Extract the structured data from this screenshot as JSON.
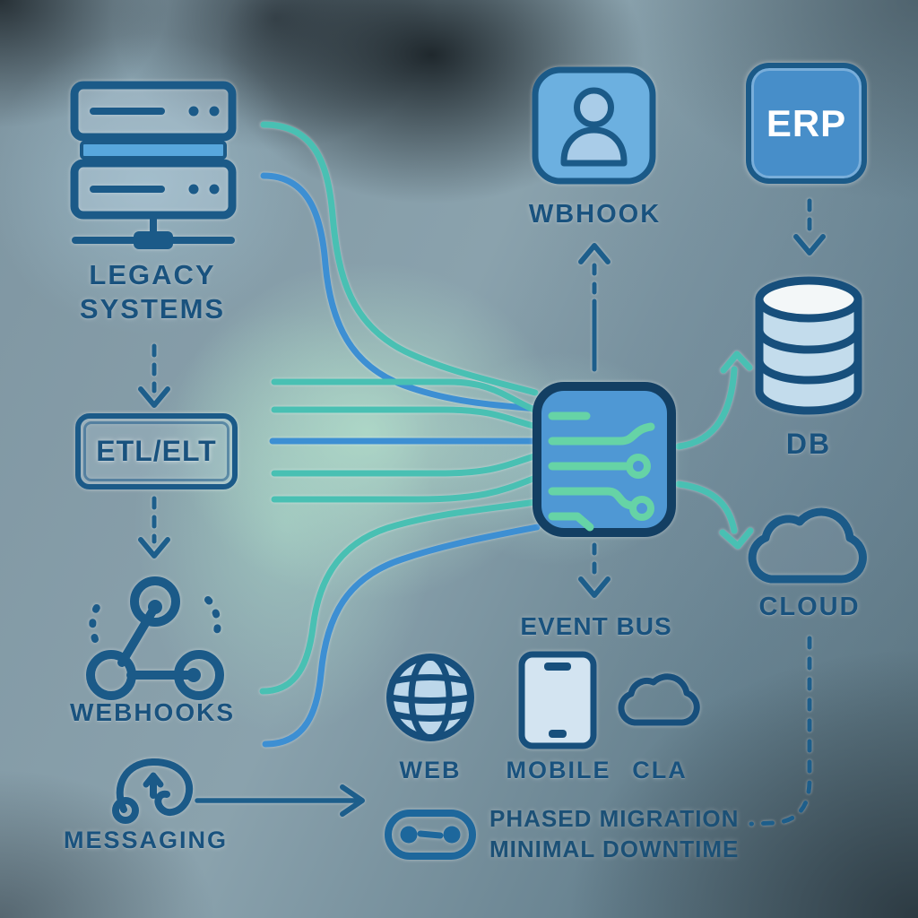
{
  "nodes": {
    "legacy": {
      "line1": "LEGACY",
      "line2": "SYSTEMS",
      "icon": "server-stack-icon"
    },
    "etl": {
      "label": "ETL/ELT",
      "icon": "rounded-box"
    },
    "webhooks": {
      "label": "WEBHOOKS",
      "icon": "webhook-triangle-icon"
    },
    "messaging": {
      "label": "MESSAGING",
      "icon": "message-swirl-icon"
    },
    "wbhook": {
      "label": "WBHOOK",
      "icon": "user-icon"
    },
    "erp": {
      "label": "ERP",
      "icon": "erp-badge"
    },
    "db": {
      "label": "DB",
      "icon": "database-icon"
    },
    "cloud": {
      "label": "CLOUD",
      "icon": "cloud-icon"
    },
    "hub": {
      "icon": "circuit-chip-icon"
    },
    "event_bus": {
      "label": "EVENT BUS"
    },
    "web": {
      "label": "WEB",
      "icon": "globe-icon"
    },
    "mobile": {
      "label": "MOBILE",
      "icon": "mobile-device-icon"
    },
    "cla": {
      "label": "CLA",
      "icon": "cloud-small-icon"
    },
    "link": {
      "icon": "link-pill-icon"
    }
  },
  "caption": {
    "line1": "PHASED MIGRATION",
    "line2": "MINIMAL DOWNTIME"
  },
  "colors": {
    "ink": "#1b5a88",
    "text": "#19527e",
    "line_blue": "#3d8fd3",
    "line_teal": "#49c0b3",
    "trace_green": "#66d3a6",
    "fill_light": "#c3dcec",
    "fill_mid": "#6cb0e0",
    "erp_fill": "#478ec9",
    "hub_fill": "#4f98d4",
    "white": "#ffffff"
  }
}
